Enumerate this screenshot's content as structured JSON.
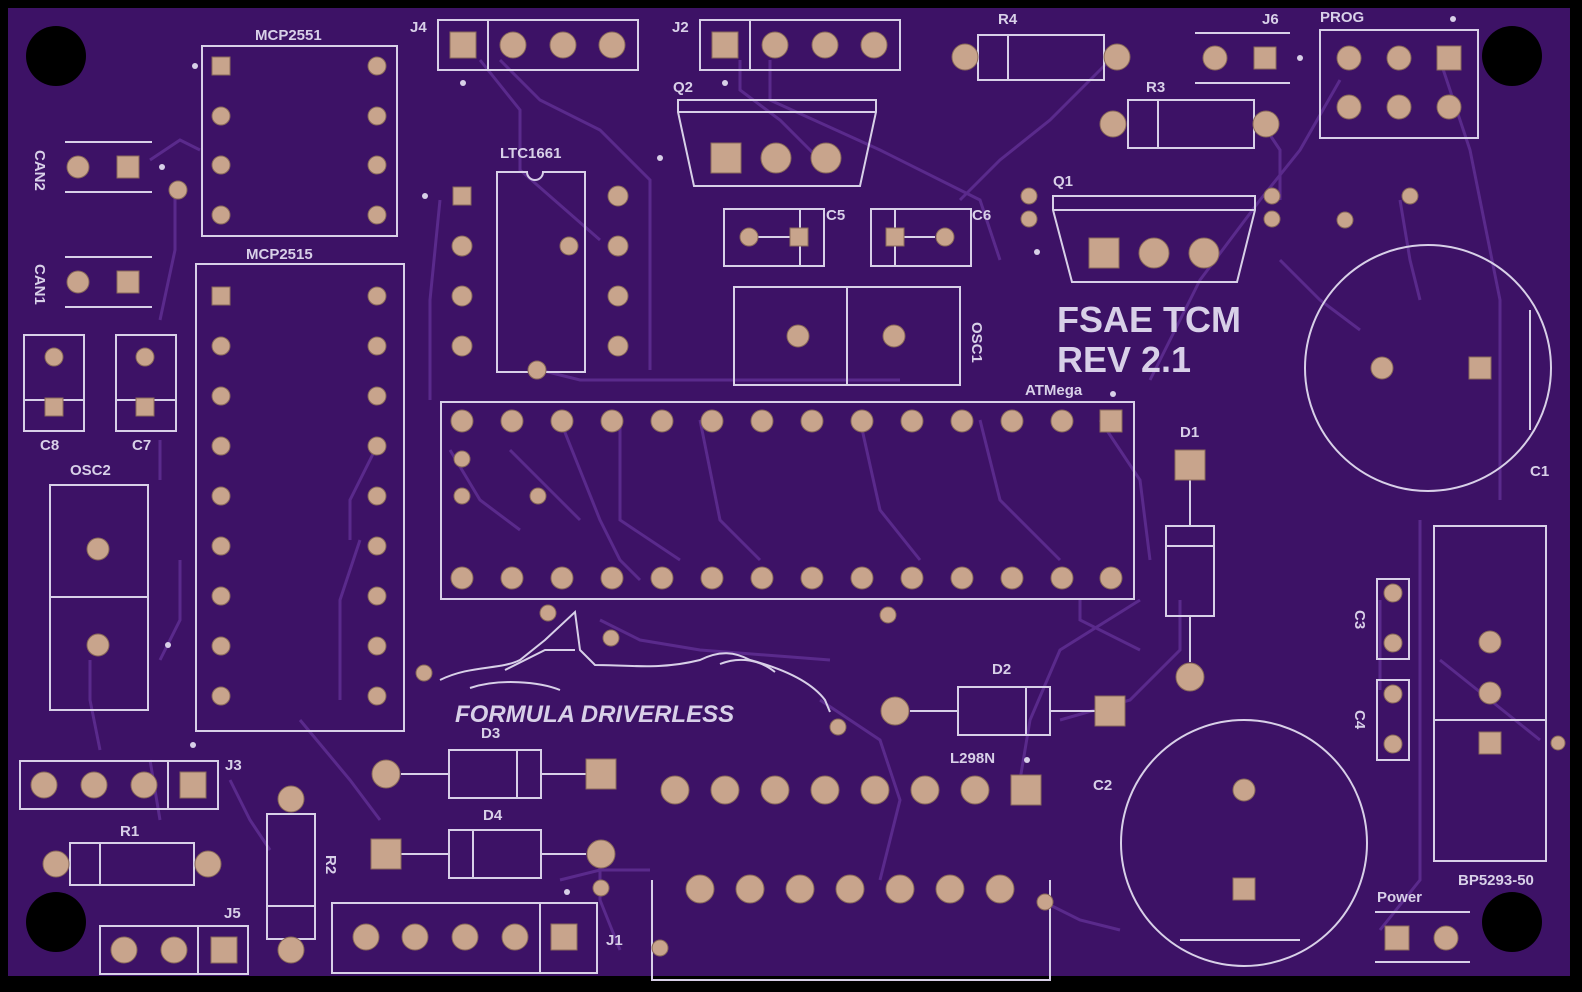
{
  "board": {
    "title": "FSAE TCM",
    "revision": "REV 2.1",
    "logo_text": "FORMULA DRIVERLESS",
    "colors": {
      "board": "#3d1266",
      "silk": "#d8d0e8",
      "pad": "#c8a48c",
      "border": "#000000"
    }
  },
  "labels": {
    "mcp2551": "MCP2551",
    "mcp2515": "MCP2515",
    "ltc1661": "LTC1661",
    "atmega": "ATMega",
    "l298n": "L298N",
    "bp5293": "BP5293-50",
    "j1": "J1",
    "j2": "J2",
    "j3": "J3",
    "j4": "J4",
    "j5": "J5",
    "j6": "J6",
    "q1": "Q1",
    "q2": "Q2",
    "r1": "R1",
    "r2": "R2",
    "r3": "R3",
    "r4": "R4",
    "d1": "D1",
    "d2": "D2",
    "d3": "D3",
    "d4": "D4",
    "c1": "C1",
    "c2": "C2",
    "c3": "C3",
    "c4": "C4",
    "c5": "C5",
    "c6": "C6",
    "c7": "C7",
    "c8": "C8",
    "osc1": "OSC1",
    "osc2": "OSC2",
    "can1": "CAN1",
    "can2": "CAN2",
    "prog": "PROG",
    "power": "Power"
  }
}
